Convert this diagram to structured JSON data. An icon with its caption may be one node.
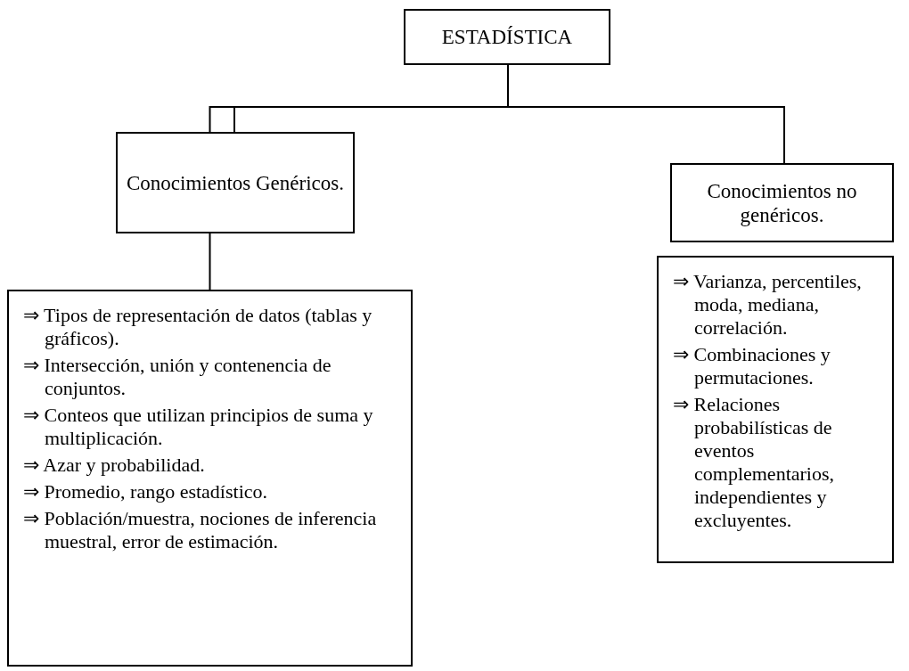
{
  "diagram": {
    "nodes": [
      {
        "text": [
          "ESTADÍSTICA"
        ]
      },
      {
        "text": [
          "Conocimientos Genéricos."
        ]
      },
      {
        "text": [
          "Conocimientos no genéricos."
        ]
      },
      {
        "text": [
          "⇒ Tipos de representación de datos (tablas y gráficos).",
          "⇒ Intersección, unión y contenencia de conjuntos.",
          "⇒ Conteos que utilizan principios de suma y multiplicación.",
          "⇒ Azar y probabilidad.",
          "⇒ Promedio, rango estadístico.",
          "⇒ Población/muestra, nociones de inferencia muestral, error de estimación."
        ]
      },
      {
        "text": [
          "⇒ Varianza, percentiles, moda, mediana, correlación.",
          "⇒ Combinaciones y permutaciones.",
          "⇒ Relaciones probabilísticas de eventos complementarios, independientes y excluyentes."
        ]
      }
    ],
    "edges": [
      {
        "from": 0,
        "to": 1,
        "arrow": "none"
      },
      {
        "from": 0,
        "to": 2,
        "arrow": "none"
      },
      {
        "from": 1,
        "to": 3,
        "arrow": "none"
      }
    ]
  }
}
